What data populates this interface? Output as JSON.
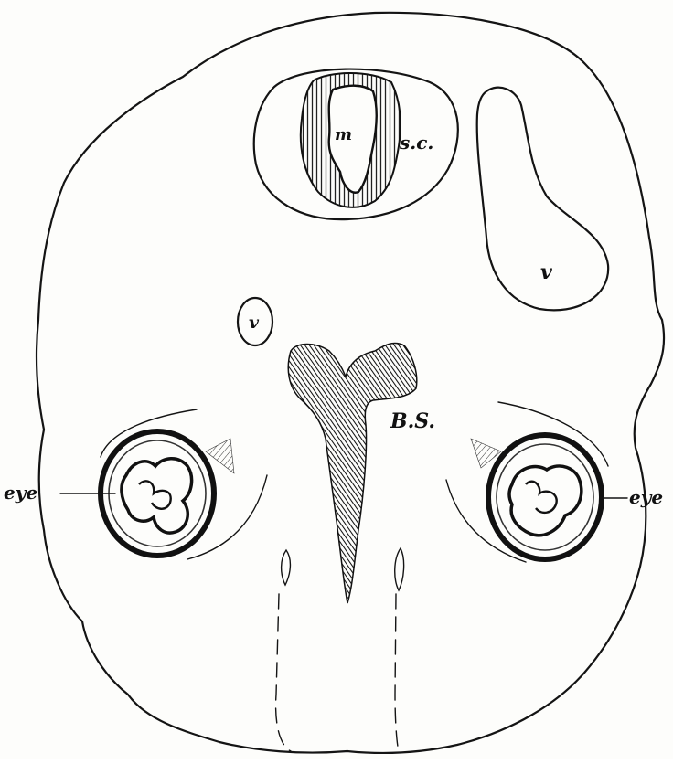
{
  "figure": {
    "labels": {
      "marrow": "m",
      "spinal_cord": "s.c.",
      "vesicle_right": "v",
      "vesicle_left": "v",
      "brain_structure": "B.S.",
      "eye_left": "eye",
      "eye_right": "eye"
    },
    "colors": {
      "ink": "#141414",
      "paper": "#fdfdfb"
    }
  }
}
